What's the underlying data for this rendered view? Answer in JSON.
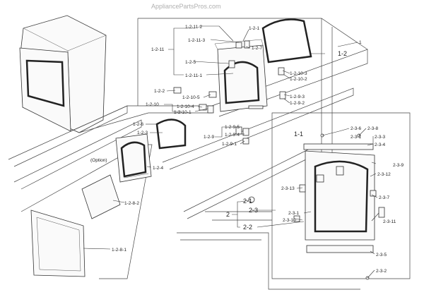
{
  "watermark": "AppliancePartsPros.com",
  "labels": {
    "l_1_2_11_2": "1-2-11-2",
    "l_1_2_1": "1-2-1",
    "l_1_2_11_3": "1-2-11-3",
    "l_1_2_7": "1-2-7",
    "l_1_2_11": "1-2-11",
    "l_1_2_5": "1-2-5",
    "l_1_2_11_1": "1-2-11-1",
    "l_1": "1",
    "l_1_2": "1-2",
    "l_1_2_10_3": "1-2-10-3",
    "l_1_2_10_2": "1-2-10-2",
    "l_1_2_2": "1-2-2",
    "l_1_2_10_5": "1-2-10-5",
    "l_1_2_9_3": "1-2-9-3",
    "l_1_2_9_2": "1-2-9-2",
    "l_1_2_10": "1-2-10",
    "l_1_2_10_4": "1-2-10-4",
    "l_1_2_10_1": "1-2-10-1",
    "l_1_2_6": "1-2-6",
    "l_1_2_3": "1-2-3",
    "l_1_2_9_5": "1-2-9-5",
    "l_1_2_9": "1-2-9",
    "l_1_2_9_4": "1-2-9-4",
    "l_1_2_9_1": "1-2-9-1",
    "l_1_1": "1-1",
    "l_option": "(Option)",
    "l_1_2_4": "1-2-4",
    "l_1_2_8_2": "1-2-8-2",
    "l_1_2_8_1": "1-2-8-1",
    "l_2_3_6": "2-3-6",
    "l_2_3_8": "2-3-8",
    "l_2_3_1a": "2-3-1",
    "l_2_3_3": "2-3-3",
    "l_2_3_4": "2-3-4",
    "l_2_3_9": "2-3-9",
    "l_2_3_12": "2-3-12",
    "l_2_3_13": "2-3-13",
    "l_2_3_7": "2-3-7",
    "l_2_1": "2-1",
    "l_2_3": "2-3",
    "l_2": "2",
    "l_2_3_1b": "2-3-1",
    "l_2_2": "2-2",
    "l_2_3_10": "2-3-10",
    "l_2_3_11": "2-3-11",
    "l_2_3_5": "2-3-5",
    "l_2_3_2": "2-3-2"
  }
}
